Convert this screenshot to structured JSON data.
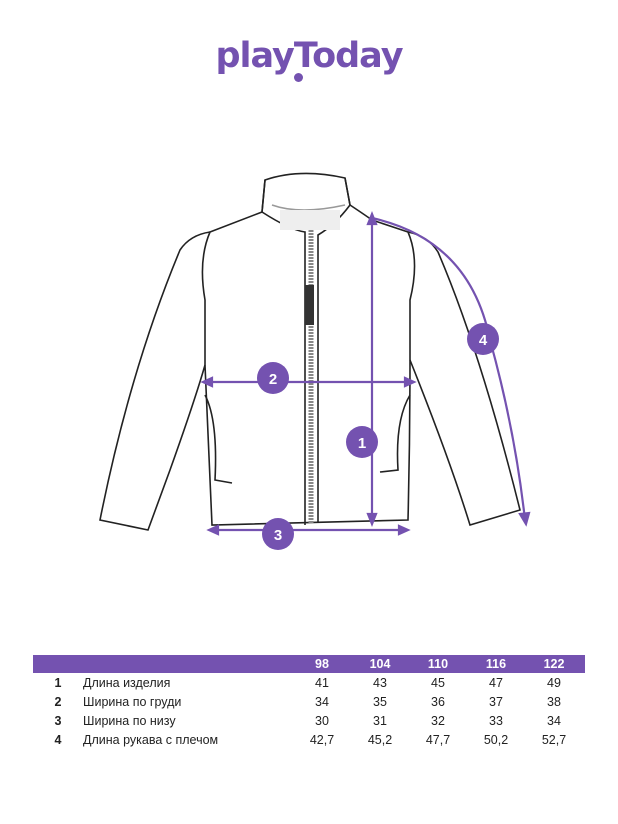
{
  "brand": {
    "logo_text": "playToday",
    "color": "#7452b0"
  },
  "diagram": {
    "markers": [
      "1",
      "2",
      "3",
      "4"
    ]
  },
  "table": {
    "sizes": [
      "98",
      "104",
      "110",
      "116",
      "122"
    ],
    "rows": [
      {
        "num": "1",
        "label": "Длина изделия",
        "values": [
          "41",
          "43",
          "45",
          "47",
          "49"
        ]
      },
      {
        "num": "2",
        "label": "Ширина по груди",
        "values": [
          "34",
          "35",
          "36",
          "37",
          "38"
        ]
      },
      {
        "num": "3",
        "label": "Ширина по низу",
        "values": [
          "30",
          "31",
          "32",
          "33",
          "34"
        ]
      },
      {
        "num": "4",
        "label": "Длина рукава с плечом",
        "values": [
          "42,7",
          "45,2",
          "47,7",
          "50,2",
          "52,7"
        ]
      }
    ]
  }
}
